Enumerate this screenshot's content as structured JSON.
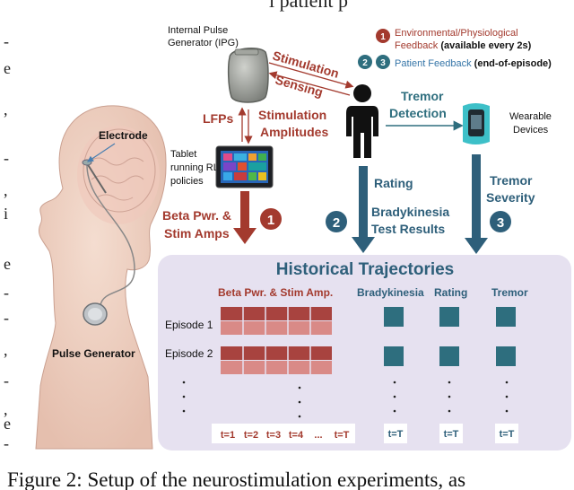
{
  "head_labels": {
    "electrode": "Electrode",
    "pulse_generator": "Pulse Generator"
  },
  "ipg": {
    "line1": "Internal Pulse",
    "line2": "Generator (IPG)"
  },
  "tablet": {
    "line1": "Tablet",
    "line2": "running RL",
    "line3": "policies"
  },
  "arrows": {
    "stimulation": "Stimulation",
    "sensing": "Sensing",
    "lfps": "LFPs",
    "stim_amps_line1": "Stimulation",
    "stim_amps_line2": "Amplitudes",
    "tremor_line1": "Tremor",
    "tremor_line2": "Detection",
    "beta_line1": "Beta Pwr. &",
    "beta_line2": "Stim Amps",
    "rating": "Rating",
    "brady_line1": "Bradykinesia",
    "brady_line2": "Test Results",
    "severity_line1": "Tremor",
    "severity_line2": "Severity"
  },
  "legend": {
    "n1": "1",
    "item1_line1": "Environmental/Physiological",
    "item1_line2a": "Feedback ",
    "item1_line2b": "(available every 2s)",
    "n2": "2",
    "n3": "3",
    "item2a": "Patient Feedback ",
    "item2b": "(end-of-episode)"
  },
  "wearable": {
    "line1": "Wearable",
    "line2": "Devices"
  },
  "badges": {
    "b1": "1",
    "b2": "2",
    "b3": "3"
  },
  "history": {
    "title": "Historical Trajectories",
    "col_beta": "Beta Pwr. & Stim Amp.",
    "col_brady": "Bradykinesia",
    "col_rating": "Rating",
    "col_tremor": "Tremor",
    "episode1": "Episode 1",
    "episode2": "Episode 2",
    "t_labels": [
      "t=1",
      "t=2",
      "t=3",
      "t=4",
      "...",
      "t=T"
    ],
    "t_T": "t=T"
  },
  "caption": {
    "text": "Figure 2: Setup of the neurostimulation experiments, as"
  },
  "margin_text": {
    "top_text": "l patient p"
  },
  "colors": {
    "blue_dark": "#2e5f7a",
    "teal": "#2e6e7e",
    "red_dark": "#a33a2e",
    "red_cell": "#a8433f",
    "red_cell_light": "#d98a87",
    "lavender": "#e6e1f0",
    "blue_text": "#3676a8"
  }
}
